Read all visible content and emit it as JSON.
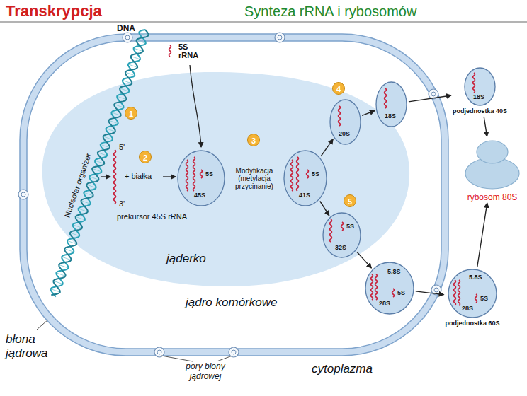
{
  "diagram": {
    "title": "Transkrypcja",
    "nodes": [
      {
        "text": [
          "5S",
          "45S"
        ]
      },
      {
        "text": [
          "5S",
          "41S"
        ]
      },
      {
        "text": [
          "20S"
        ]
      },
      {
        "text": [
          "5S",
          "32S"
        ]
      },
      {
        "text": [
          "18S"
        ]
      },
      {
        "text": [
          "5.8S",
          "5S",
          "28S"
        ]
      },
      {
        "text": [
          "18S",
          "podjednostka 40S"
        ]
      },
      {
        "text": [
          "rybosom 80S"
        ]
      },
      {
        "text": [
          "5.8S",
          "5S",
          "28S",
          "podjednostka 60S"
        ]
      }
    ],
    "edges": [
      {
        "from": 0,
        "to": 1,
        "arrow": "to",
        "label": "Modyfikacja (metylacja przycinanie)"
      },
      {
        "from": 1,
        "to": 2,
        "arrow": "to"
      },
      {
        "from": 1,
        "to": 3,
        "arrow": "to"
      },
      {
        "from": 2,
        "to": 4,
        "arrow": "to"
      },
      {
        "from": 3,
        "to": 5,
        "arrow": "to"
      },
      {
        "from": 4,
        "to": 6,
        "arrow": "to"
      },
      {
        "from": 5,
        "to": 8,
        "arrow": "to"
      },
      {
        "from": 6,
        "to": 7,
        "arrow": "to"
      },
      {
        "from": 8,
        "to": 7,
        "arrow": "to"
      }
    ],
    "labels": [
      "Synteza rRNA i rybosomów",
      "DNA",
      "5S rRNA",
      "Nucleolar organizer",
      "1",
      "5'",
      "3'",
      "2",
      "+ białka",
      "prekursor 45S rRNA",
      "3",
      "4",
      "5",
      "jąderko",
      "jądro komórkowe",
      "błona jądrowa",
      "pory błony jądrowej",
      "cytoplazma"
    ]
  }
}
